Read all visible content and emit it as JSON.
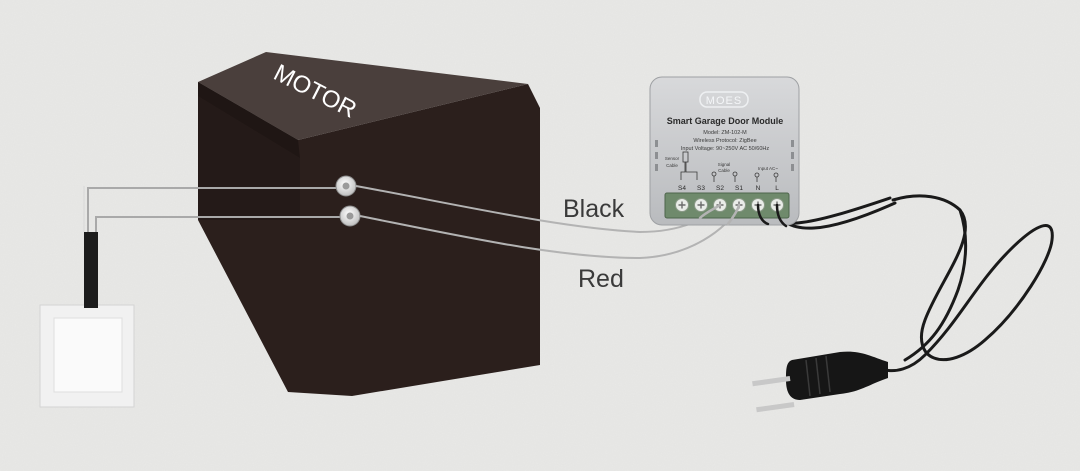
{
  "motor": {
    "label": "MOTOR",
    "body_color": "#2b1f1c",
    "top_color": "#3a302d"
  },
  "module": {
    "brand": "MOES",
    "title": "Smart Garage Door Module",
    "model": "Model: ZM-102-M",
    "protocol": "Wireless Protocol: ZigBee",
    "voltage": "Input Voltage: 90~250V AC 50/60Hz",
    "sensor_label_1": "Sensor",
    "sensor_label_2": "Cable",
    "signal_label_1": "Signal",
    "signal_label_2": "Cable",
    "input_label": "Input AC~",
    "terminals": [
      "S4",
      "S3",
      "S2",
      "S1",
      "N",
      "L"
    ],
    "casing_color": "#c9cbcd",
    "terminal_color": "#6f8a6c"
  },
  "wires": {
    "black_label": "Black",
    "red_label": "Red"
  },
  "switch": {
    "plate_color": "#f2f2f2"
  },
  "colors": {
    "wall": "#e9e9e7",
    "cable": "#1a1a1a",
    "wire": "#b9b9b9"
  }
}
